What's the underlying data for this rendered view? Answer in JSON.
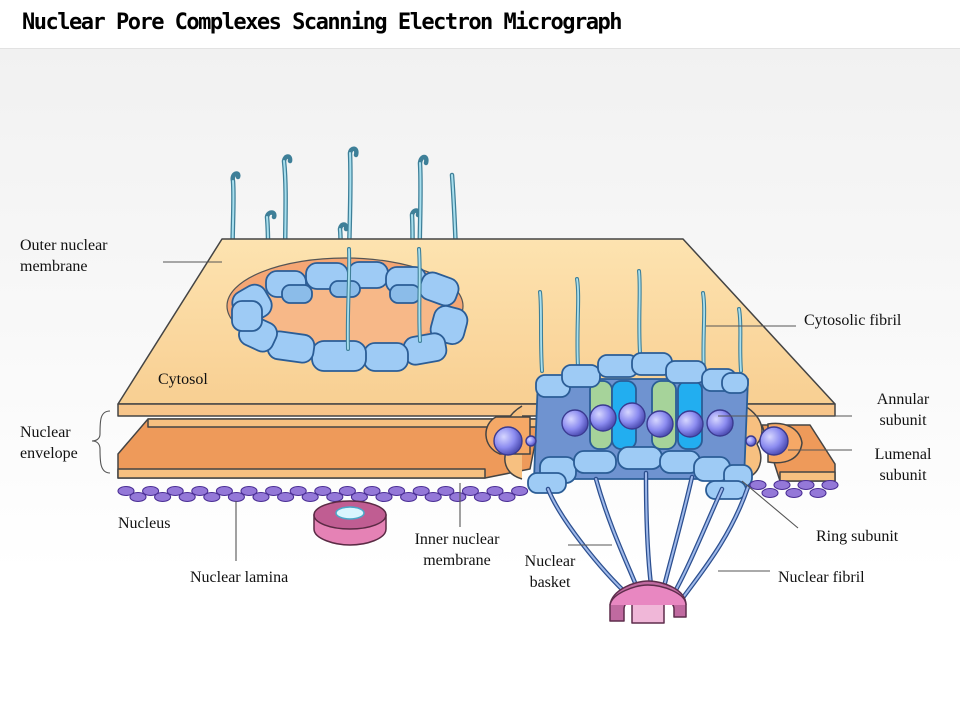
{
  "title": "Nuclear Pore Complexes Scanning Electron Micrograph",
  "labels": {
    "outer_nuclear_membrane": "Outer nuclear\nmembrane",
    "cytosol": "Cytosol",
    "nuclear_envelope": "Nuclear\nenvelope",
    "nucleus": "Nucleus",
    "nuclear_lamina": "Nuclear lamina",
    "inner_nuclear_membrane": "Inner nuclear\nmembrane",
    "nuclear_basket": "Nuclear\nbasket",
    "cytosolic_fibril": "Cytosolic fibril",
    "annular_subunit": "Annular\nsubunit",
    "lumenal_subunit": "Lumenal\nsubunit",
    "ring_subunit": "Ring subunit",
    "nuclear_fibril": "Nuclear fibril"
  },
  "colors": {
    "cytosol_top": "#fbd99f",
    "inner_membrane": "#f5a866",
    "pore_subunit": "#9ecbf5",
    "pore_outline": "#2b5d96",
    "lamina": "#9478d8",
    "sphere": "#8c8cf0",
    "column_green": "#a6d39a",
    "column_cyan": "#22aef0",
    "basket_ring": "#e887c1",
    "fibril": "#86c7dc"
  }
}
